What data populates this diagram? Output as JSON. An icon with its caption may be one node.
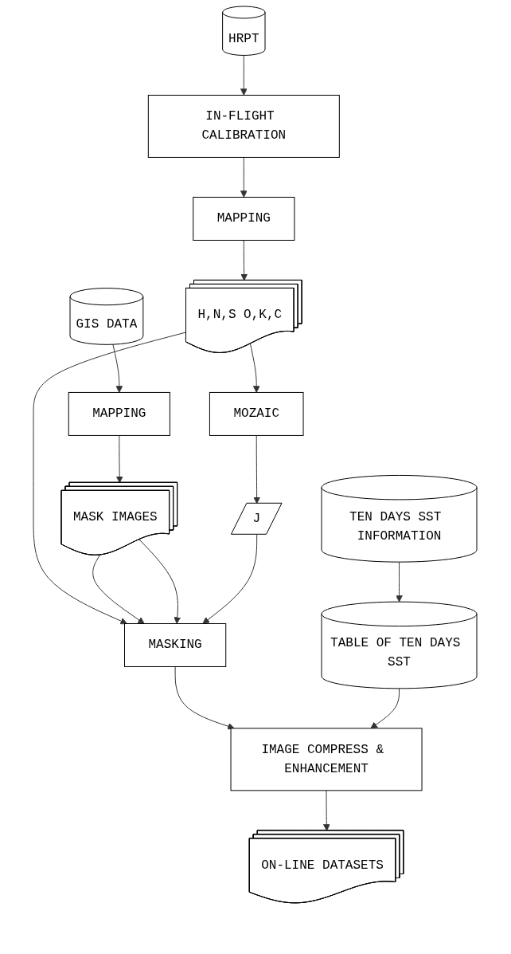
{
  "diagram": {
    "nodes": [
      {
        "text": [
          "HRPT"
        ]
      },
      {
        "text": [
          "IN-FLIGHT CALIBRATION"
        ]
      },
      {
        "text": [
          "MAPPING"
        ]
      },
      {
        "text": [
          "GIS DATA"
        ]
      },
      {
        "text": [
          "MAPPING"
        ]
      },
      {
        "text": [
          "H,N,S O,K,C"
        ]
      },
      {
        "text": [
          "MOZAIC"
        ]
      },
      {
        "text": [
          "MASK IMAGES"
        ]
      },
      {
        "text": [
          "J"
        ]
      },
      {
        "text": [
          "MASKING"
        ]
      },
      {
        "text": [
          "TEN DAYS SST INFORMATION"
        ]
      },
      {
        "text": [
          "TABLE OF TEN DAYS SST"
        ]
      },
      {
        "text": [
          "IMAGE COMPRESS & ENHANCEMENT"
        ]
      },
      {
        "text": [
          "ON-LINE DATASETS"
        ]
      }
    ],
    "edges": [
      {
        "from": 0,
        "to": 1,
        "arrow": "to"
      },
      {
        "from": 1,
        "to": 2,
        "arrow": "to"
      },
      {
        "from": 2,
        "to": 5,
        "arrow": "to"
      },
      {
        "from": 3,
        "to": 4,
        "arrow": "to"
      },
      {
        "from": 4,
        "to": 7,
        "arrow": "to"
      },
      {
        "from": 5,
        "to": 6,
        "arrow": "to"
      },
      {
        "from": 6,
        "to": 8,
        "arrow": "to"
      },
      {
        "from": 5,
        "to": 9,
        "arrow": "to"
      },
      {
        "from": 7,
        "to": 9,
        "arrow": "to"
      },
      {
        "from": 7,
        "to": 9,
        "arrow": "to"
      },
      {
        "from": 8,
        "to": 9,
        "arrow": "to"
      },
      {
        "from": 9,
        "to": 12,
        "arrow": "to"
      },
      {
        "from": 10,
        "to": 11,
        "arrow": "to"
      },
      {
        "from": 11,
        "to": 12,
        "arrow": "to"
      },
      {
        "from": 12,
        "to": 13,
        "arrow": "to"
      }
    ]
  }
}
